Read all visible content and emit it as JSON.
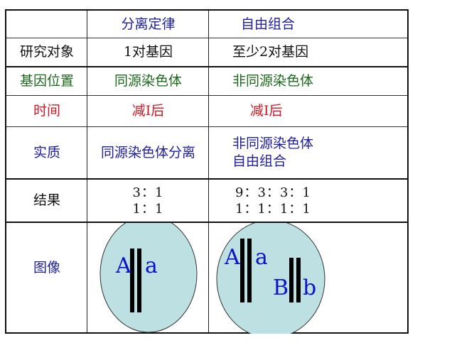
{
  "table": {
    "header": {
      "col1": "分离定律",
      "col2": "自由组合"
    },
    "rows": [
      {
        "label": "研究对象",
        "col1": "1对基因",
        "col2": "至少2对基因",
        "color": "#111111"
      },
      {
        "label": "基因位置",
        "col1": "同源染色体",
        "col2": "非同源染色体",
        "color": "#1d6a1d"
      },
      {
        "label": "时间",
        "col1": "减Ⅰ后",
        "col2": "减Ⅰ后",
        "color": "#d41420"
      },
      {
        "label": "实质",
        "col1": "同源染色体分离",
        "col2_lines": [
          "非同源染色体",
          "自由组合"
        ],
        "color": "#1f1f9e"
      },
      {
        "label": "结果",
        "col1_lines": [
          "3：1",
          "1：1"
        ],
        "col2_lines": [
          "9：3：3：1",
          "1：1：1：1"
        ],
        "color": "#111111"
      },
      {
        "label": "图像"
      }
    ],
    "images": {
      "left": {
        "alleles": [
          "A",
          "a"
        ]
      },
      "right": {
        "alleles": [
          "A",
          "a",
          "B",
          "b"
        ]
      }
    }
  },
  "colors": {
    "header_blue": "#1f1f9e",
    "green": "#1d6a1d",
    "red": "#d41420",
    "cell_fill": "#bde0e3",
    "chromosome": "#000000"
  }
}
